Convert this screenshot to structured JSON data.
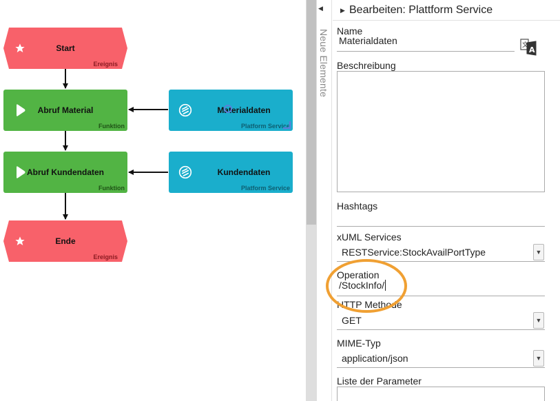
{
  "diagram": {
    "nodes": {
      "start": {
        "label": "Start",
        "type_label": "Ereignis",
        "icon": "star-icon"
      },
      "abruf_material": {
        "label": "Abruf Material",
        "type_label": "Funktion",
        "icon": "play-icon"
      },
      "materialdaten": {
        "label": "Materialdaten",
        "type_label": "Platform Service",
        "icon": "platform-service-icon"
      },
      "abruf_kundendaten": {
        "label": "Abruf Kundendaten",
        "type_label": "Funktion",
        "icon": "play-icon"
      },
      "kundendaten": {
        "label": "Kundendaten",
        "type_label": "Platform Service",
        "icon": "platform-service-icon"
      },
      "ende": {
        "label": "Ende",
        "type_label": "Ereignis",
        "icon": "star-icon"
      }
    },
    "colors": {
      "event": "#f8616a",
      "function": "#52b444",
      "platform_service": "#1aaecc"
    }
  },
  "palette": {
    "label": "Neue Elemente"
  },
  "panel": {
    "title": "Bearbeiten: Plattform Service",
    "fields": {
      "name": {
        "label": "Name",
        "value": "Materialdaten"
      },
      "beschreibung": {
        "label": "Beschreibung",
        "value": ""
      },
      "hashtags": {
        "label": "Hashtags",
        "value": ""
      },
      "xuml_services": {
        "label": "xUML Services",
        "value": "RESTService:StockAvailPortType"
      },
      "operation": {
        "label": "Operation",
        "value": "/StockInfo/"
      },
      "http_methode": {
        "label": "HTTP Methode",
        "value": "GET"
      },
      "mime_typ": {
        "label": "MIME-Typ",
        "value": "application/json"
      },
      "liste_parameter": {
        "label": "Liste der Parameter"
      }
    },
    "highlight_color": "#f0a033"
  }
}
